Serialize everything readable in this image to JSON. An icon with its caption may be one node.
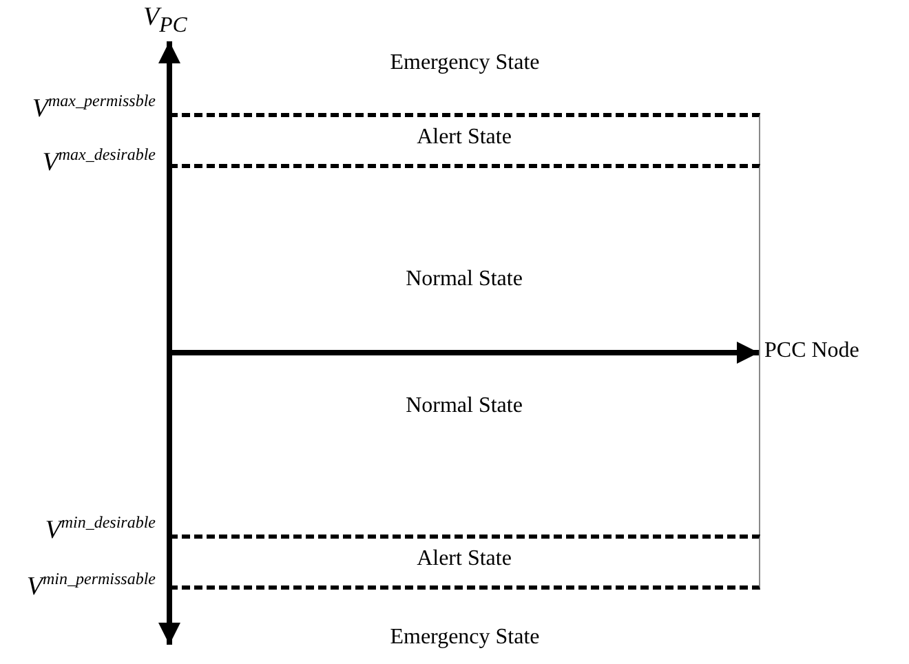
{
  "diagram": {
    "nodes": [
      {
        "text": [
          "Alert State"
        ]
      },
      {
        "text": [
          "Normal State",
          "Normal State"
        ]
      },
      {
        "text": [
          "Alert State"
        ]
      },
      {
        "text": [
          "PCC Node"
        ]
      }
    ],
    "edges": [
      {
        "from": 1,
        "to": 3,
        "arrow": "to"
      }
    ],
    "labels": [
      "V$_{PC}$",
      "Emergency State",
      "V$^{max_permissble}$",
      "V$^{max_desirable}$",
      "V$^{min_desirable}$",
      "V$^{min_permissable}$",
      "Emergency State"
    ]
  }
}
